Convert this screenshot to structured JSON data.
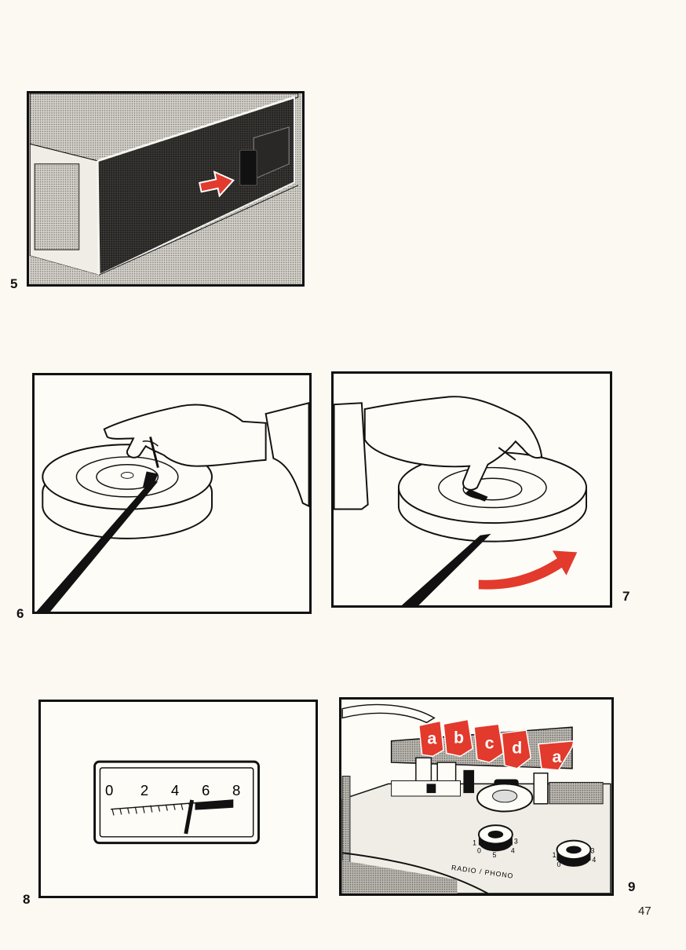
{
  "figures": {
    "fig5": {
      "number": "5"
    },
    "fig6": {
      "number": "6"
    },
    "fig7": {
      "number": "7"
    },
    "fig8": {
      "number": "8",
      "meter_scale": [
        "0",
        "2",
        "4",
        "6",
        "8"
      ]
    },
    "fig9": {
      "number": "9",
      "tab_labels": [
        "a",
        "b",
        "c",
        "d",
        "a"
      ],
      "dial_label": "RADIO / PHONO",
      "dial_marks": [
        "1",
        "0",
        "5",
        "4",
        "3",
        "1",
        "0",
        "3",
        "4"
      ]
    }
  },
  "page_number": "47",
  "colors": {
    "accent_red": "#e23a2c",
    "ink": "#111111",
    "paper": "#fbf9f2"
  }
}
